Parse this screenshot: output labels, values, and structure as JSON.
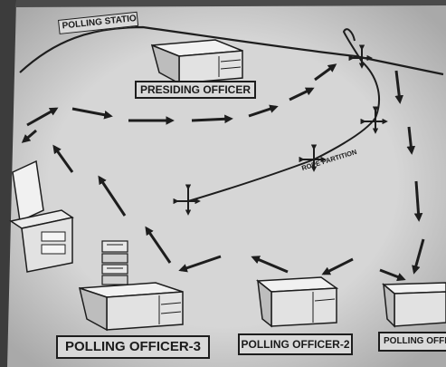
{
  "labels": {
    "polling_station": "POLLING STATION",
    "presiding_officer": "PRESIDING OFFICER",
    "polling_officer_3": "POLLING OFFICER-3",
    "polling_officer_2": "POLLING OFFICER-2",
    "polling_officer_1": "POLLING OFFIC",
    "rope_partition": "ROPE PARTITION"
  },
  "colors": {
    "paper": "#cfcfcf",
    "ink": "#1d1d1d",
    "label_fill": "#d9d9d9",
    "desk_fill": "#f1f1f1"
  },
  "icons": {
    "flow_arrow": "arrow",
    "crossing_marker": "four-way-arrow-icon"
  }
}
